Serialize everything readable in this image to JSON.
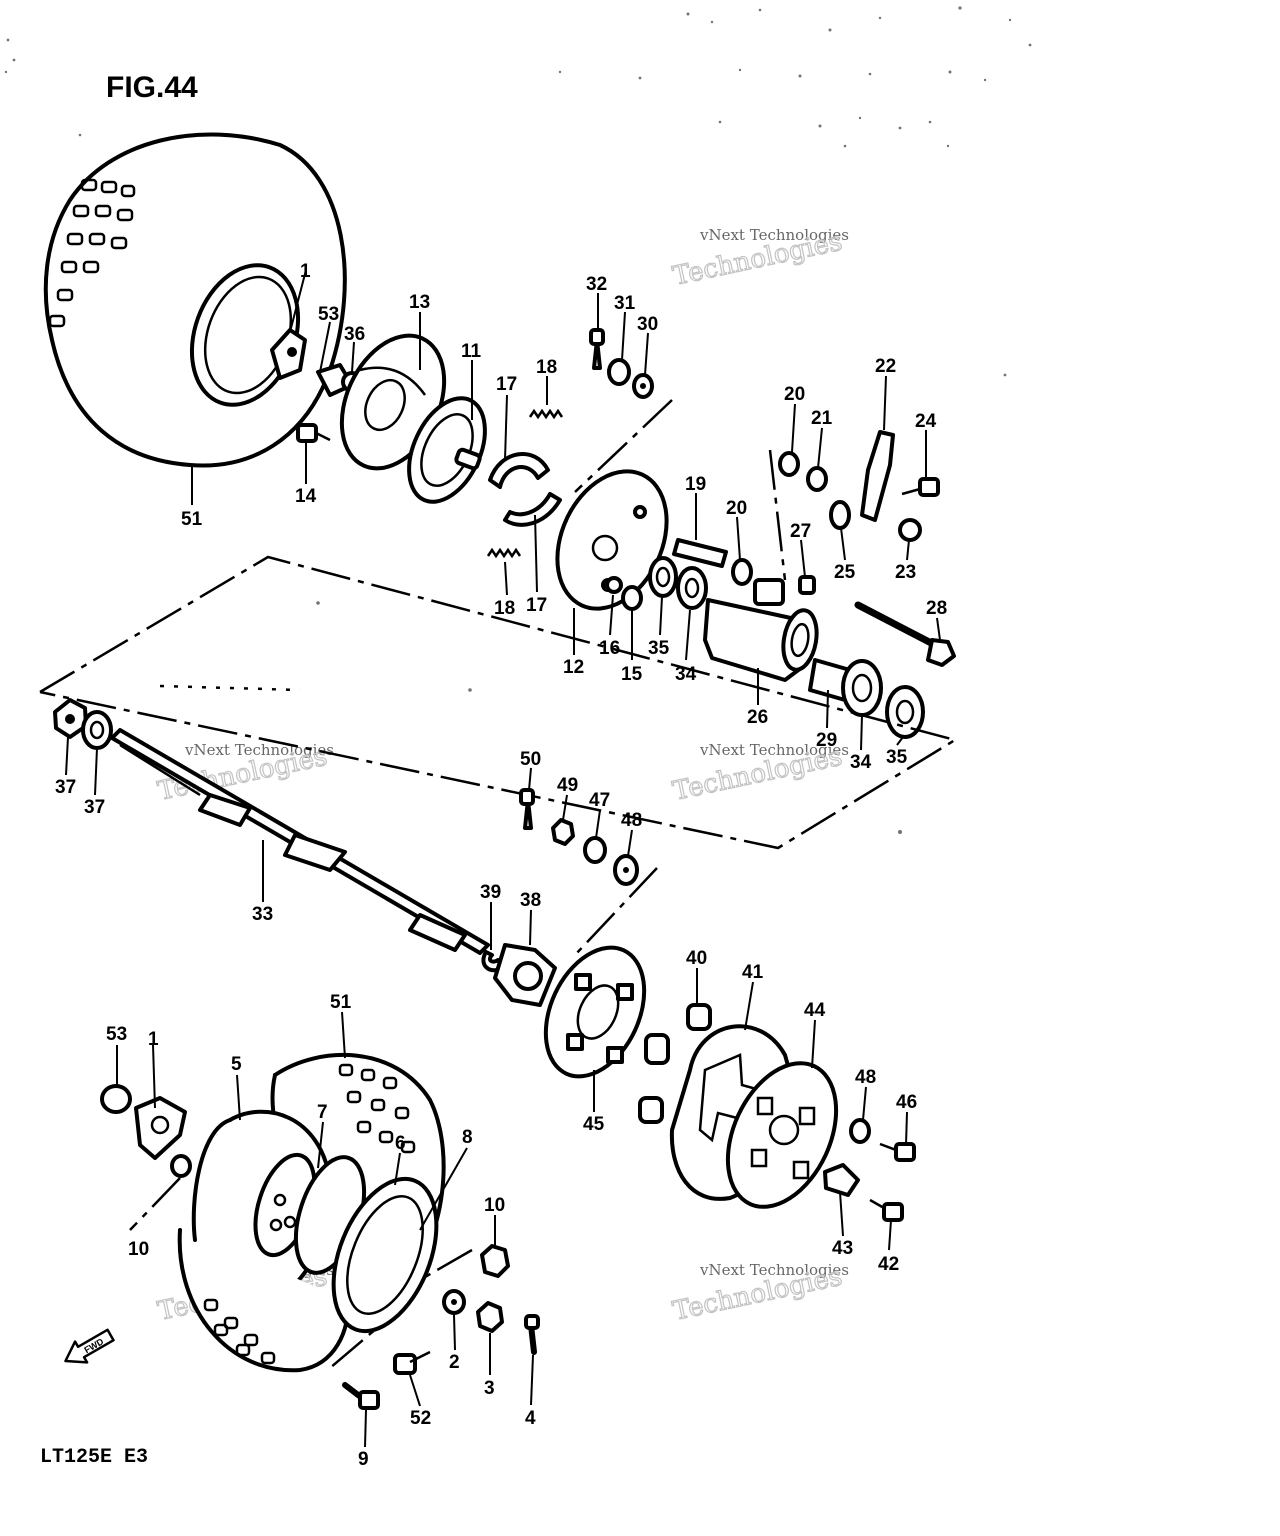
{
  "figure": {
    "title": "FIG.44",
    "model_code": "LT125E E3",
    "fwd_label": "FWD"
  },
  "watermark": {
    "line1": "vNext Technologies",
    "line2": "Technologies"
  },
  "callouts": [
    {
      "id": "c51a",
      "text": "51"
    },
    {
      "id": "c1a",
      "text": "1"
    },
    {
      "id": "c53a",
      "text": "53"
    },
    {
      "id": "c36",
      "text": "36"
    },
    {
      "id": "c14",
      "text": "14"
    },
    {
      "id": "c13",
      "text": "13"
    },
    {
      "id": "c11",
      "text": "11"
    },
    {
      "id": "c17a",
      "text": "17"
    },
    {
      "id": "c18a",
      "text": "18"
    },
    {
      "id": "c17b",
      "text": "17"
    },
    {
      "id": "c18b",
      "text": "18"
    },
    {
      "id": "c32",
      "text": "32"
    },
    {
      "id": "c31",
      "text": "31"
    },
    {
      "id": "c30",
      "text": "30"
    },
    {
      "id": "c12",
      "text": "12"
    },
    {
      "id": "c16",
      "text": "16"
    },
    {
      "id": "c15",
      "text": "15"
    },
    {
      "id": "c35a",
      "text": "35"
    },
    {
      "id": "c34a",
      "text": "34"
    },
    {
      "id": "c19",
      "text": "19"
    },
    {
      "id": "c20a",
      "text": "20"
    },
    {
      "id": "c20b",
      "text": "20"
    },
    {
      "id": "c21",
      "text": "21"
    },
    {
      "id": "c22",
      "text": "22"
    },
    {
      "id": "c24",
      "text": "24"
    },
    {
      "id": "c25",
      "text": "25"
    },
    {
      "id": "c23",
      "text": "23"
    },
    {
      "id": "c27",
      "text": "27"
    },
    {
      "id": "c28",
      "text": "28"
    },
    {
      "id": "c26",
      "text": "26"
    },
    {
      "id": "c29",
      "text": "29"
    },
    {
      "id": "c34b",
      "text": "34"
    },
    {
      "id": "c35b",
      "text": "35"
    },
    {
      "id": "c37a",
      "text": "37"
    },
    {
      "id": "c37b",
      "text": "37"
    },
    {
      "id": "c33",
      "text": "33"
    },
    {
      "id": "c50",
      "text": "50"
    },
    {
      "id": "c49",
      "text": "49"
    },
    {
      "id": "c47",
      "text": "47"
    },
    {
      "id": "c48a",
      "text": "48"
    },
    {
      "id": "c39",
      "text": "39"
    },
    {
      "id": "c38",
      "text": "38"
    },
    {
      "id": "c45",
      "text": "45"
    },
    {
      "id": "c40",
      "text": "40"
    },
    {
      "id": "c41",
      "text": "41"
    },
    {
      "id": "c44",
      "text": "44"
    },
    {
      "id": "c48b",
      "text": "48"
    },
    {
      "id": "c46",
      "text": "46"
    },
    {
      "id": "c43",
      "text": "43"
    },
    {
      "id": "c42",
      "text": "42"
    },
    {
      "id": "c53b",
      "text": "53"
    },
    {
      "id": "c1b",
      "text": "1"
    },
    {
      "id": "c5",
      "text": "5"
    },
    {
      "id": "c51b",
      "text": "51"
    },
    {
      "id": "c7",
      "text": "7"
    },
    {
      "id": "c6",
      "text": "6"
    },
    {
      "id": "c8",
      "text": "8"
    },
    {
      "id": "c10a",
      "text": "10"
    },
    {
      "id": "c10b",
      "text": "10"
    },
    {
      "id": "c2",
      "text": "2"
    },
    {
      "id": "c3",
      "text": "3"
    },
    {
      "id": "c4",
      "text": "4"
    },
    {
      "id": "c52",
      "text": "52"
    },
    {
      "id": "c9",
      "text": "9"
    }
  ]
}
